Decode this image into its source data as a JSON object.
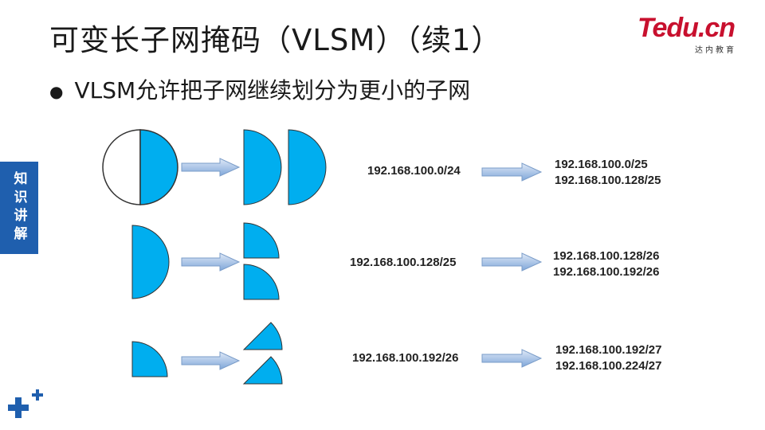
{
  "title": "可变长子网掩码（VLSM）（续1）",
  "bullet": "VLSM允许把子网继续划分为更小的子网",
  "side_tab": "知识讲解",
  "logo": {
    "main": "Tedu.cn",
    "sub": "达内教育",
    "color": "#c8102e"
  },
  "colors": {
    "shape_fill": "#00aeef",
    "arrow_fill": "#8fb4e3",
    "tab": "#1f5fae"
  },
  "rows": [
    {
      "source": "192.168.100.0/24",
      "results": [
        "192.168.100.0/25",
        "192.168.100.128/25"
      ]
    },
    {
      "source": "192.168.100.128/25",
      "results": [
        "192.168.100.128/26",
        "192.168.100.192/26"
      ]
    },
    {
      "source": "192.168.100.192/26",
      "results": [
        "192.168.100.192/27",
        "192.168.100.224/27"
      ]
    }
  ]
}
